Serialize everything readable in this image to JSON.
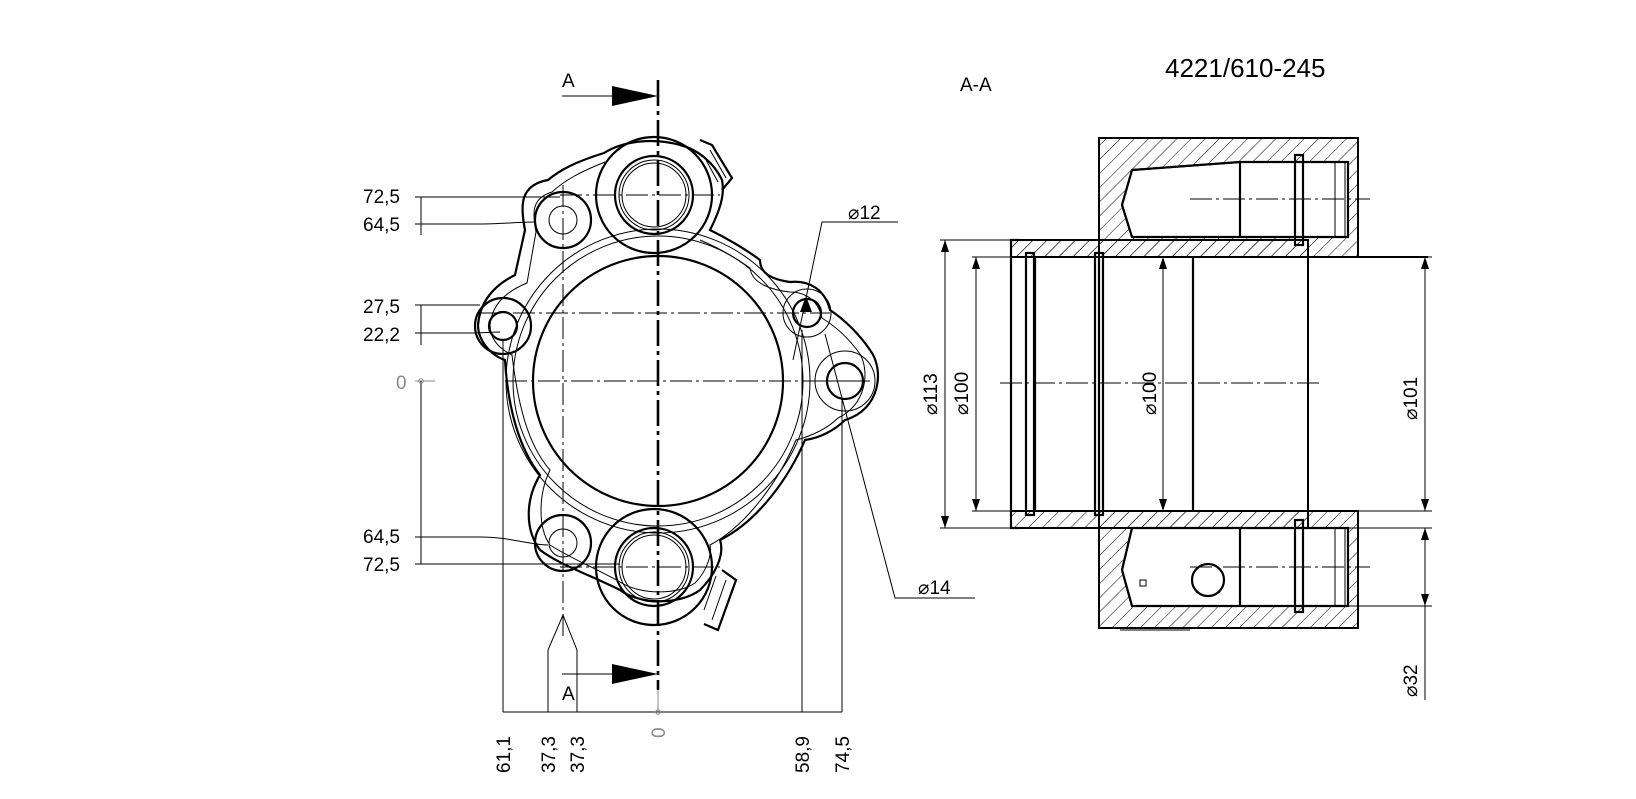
{
  "drawing": {
    "number": "4221/610-245",
    "section_label": "A-A",
    "cut_arrow_top": "A",
    "cut_arrow_bottom": "A"
  },
  "front_view": {
    "left_dims": [
      "72,5",
      "64,5",
      "27,5",
      "22,2",
      "0",
      "64,5",
      "72,5"
    ],
    "bottom_dims": [
      "61,1",
      "37,3",
      "37,3",
      "0",
      "58,9",
      "74,5"
    ],
    "callouts": {
      "small_hole": "12",
      "large_hole": "14"
    }
  },
  "section_view": {
    "diameters": [
      "113",
      "100",
      "100",
      "101",
      "32"
    ]
  },
  "symbols": {
    "diameter": "⌀"
  }
}
